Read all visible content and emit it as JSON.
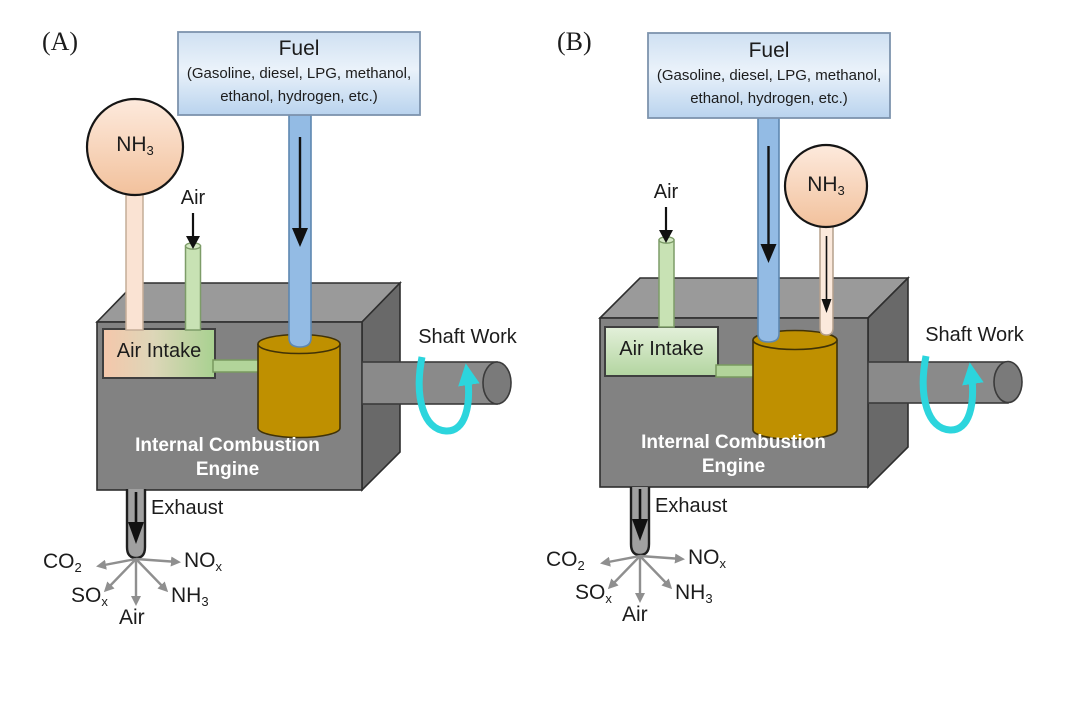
{
  "figure": {
    "description": "Two schematic diagrams of ammonia use in an internal combustion engine",
    "colors": {
      "fuel_box_fill": "#cfe0f2",
      "fuel_pipe_blue": "#93bbe4",
      "nh3_peach": "#f6cdab",
      "nh3_pipe_light": "#fae3d3",
      "air_pipe_green": "#c8e2b4",
      "intake_green": "#b3d5a0",
      "intake_peach": "#f5c7ab",
      "cylinder_gold": "#bf9000",
      "engine_front_gray": "#828282",
      "engine_top_gray": "#9a9a9a",
      "engine_side_gray": "#696969",
      "shaft_gray": "#8a8a8a",
      "exhaust_pipe_gray": "#a0a0a0",
      "emission_arrow_gray": "#8f8f8f",
      "shaft_arrow_cyan": "#2cd5dd"
    }
  },
  "panels": [
    {
      "label": "(A)",
      "fuel_box": {
        "title": "Fuel",
        "line1": "(Gasoline, diesel, LPG, methanol,",
        "line2": "ethanol, hydrogen, etc.)"
      },
      "nh3_tank": {
        "base": "NH",
        "sub": "3"
      },
      "air_label": "Air",
      "air_intake_label": "Air Intake",
      "engine_line1": "Internal Combustion",
      "engine_line2": "Engine",
      "shaft_label": "Shaft Work",
      "exhaust_label": "Exhaust",
      "emissions": {
        "co2": {
          "base": "CO",
          "sub": "2"
        },
        "nox": {
          "base": "NO",
          "sub": "x"
        },
        "sox": {
          "base": "SO",
          "sub": "x"
        },
        "air": {
          "base": "Air",
          "sub": ""
        },
        "nh3": {
          "base": "NH",
          "sub": "3"
        }
      }
    },
    {
      "label": "(B)",
      "fuel_box": {
        "title": "Fuel",
        "line1": "(Gasoline, diesel, LPG, methanol,",
        "line2": "ethanol, hydrogen, etc.)"
      },
      "nh3_tank": {
        "base": "NH",
        "sub": "3"
      },
      "air_label": "Air",
      "air_intake_label": "Air Intake",
      "engine_line1": "Internal Combustion",
      "engine_line2": "Engine",
      "shaft_label": "Shaft Work",
      "exhaust_label": "Exhaust",
      "emissions": {
        "co2": {
          "base": "CO",
          "sub": "2"
        },
        "nox": {
          "base": "NO",
          "sub": "x"
        },
        "sox": {
          "base": "SO",
          "sub": "x"
        },
        "air": {
          "base": "Air",
          "sub": ""
        },
        "nh3": {
          "base": "NH",
          "sub": "3"
        }
      }
    }
  ]
}
